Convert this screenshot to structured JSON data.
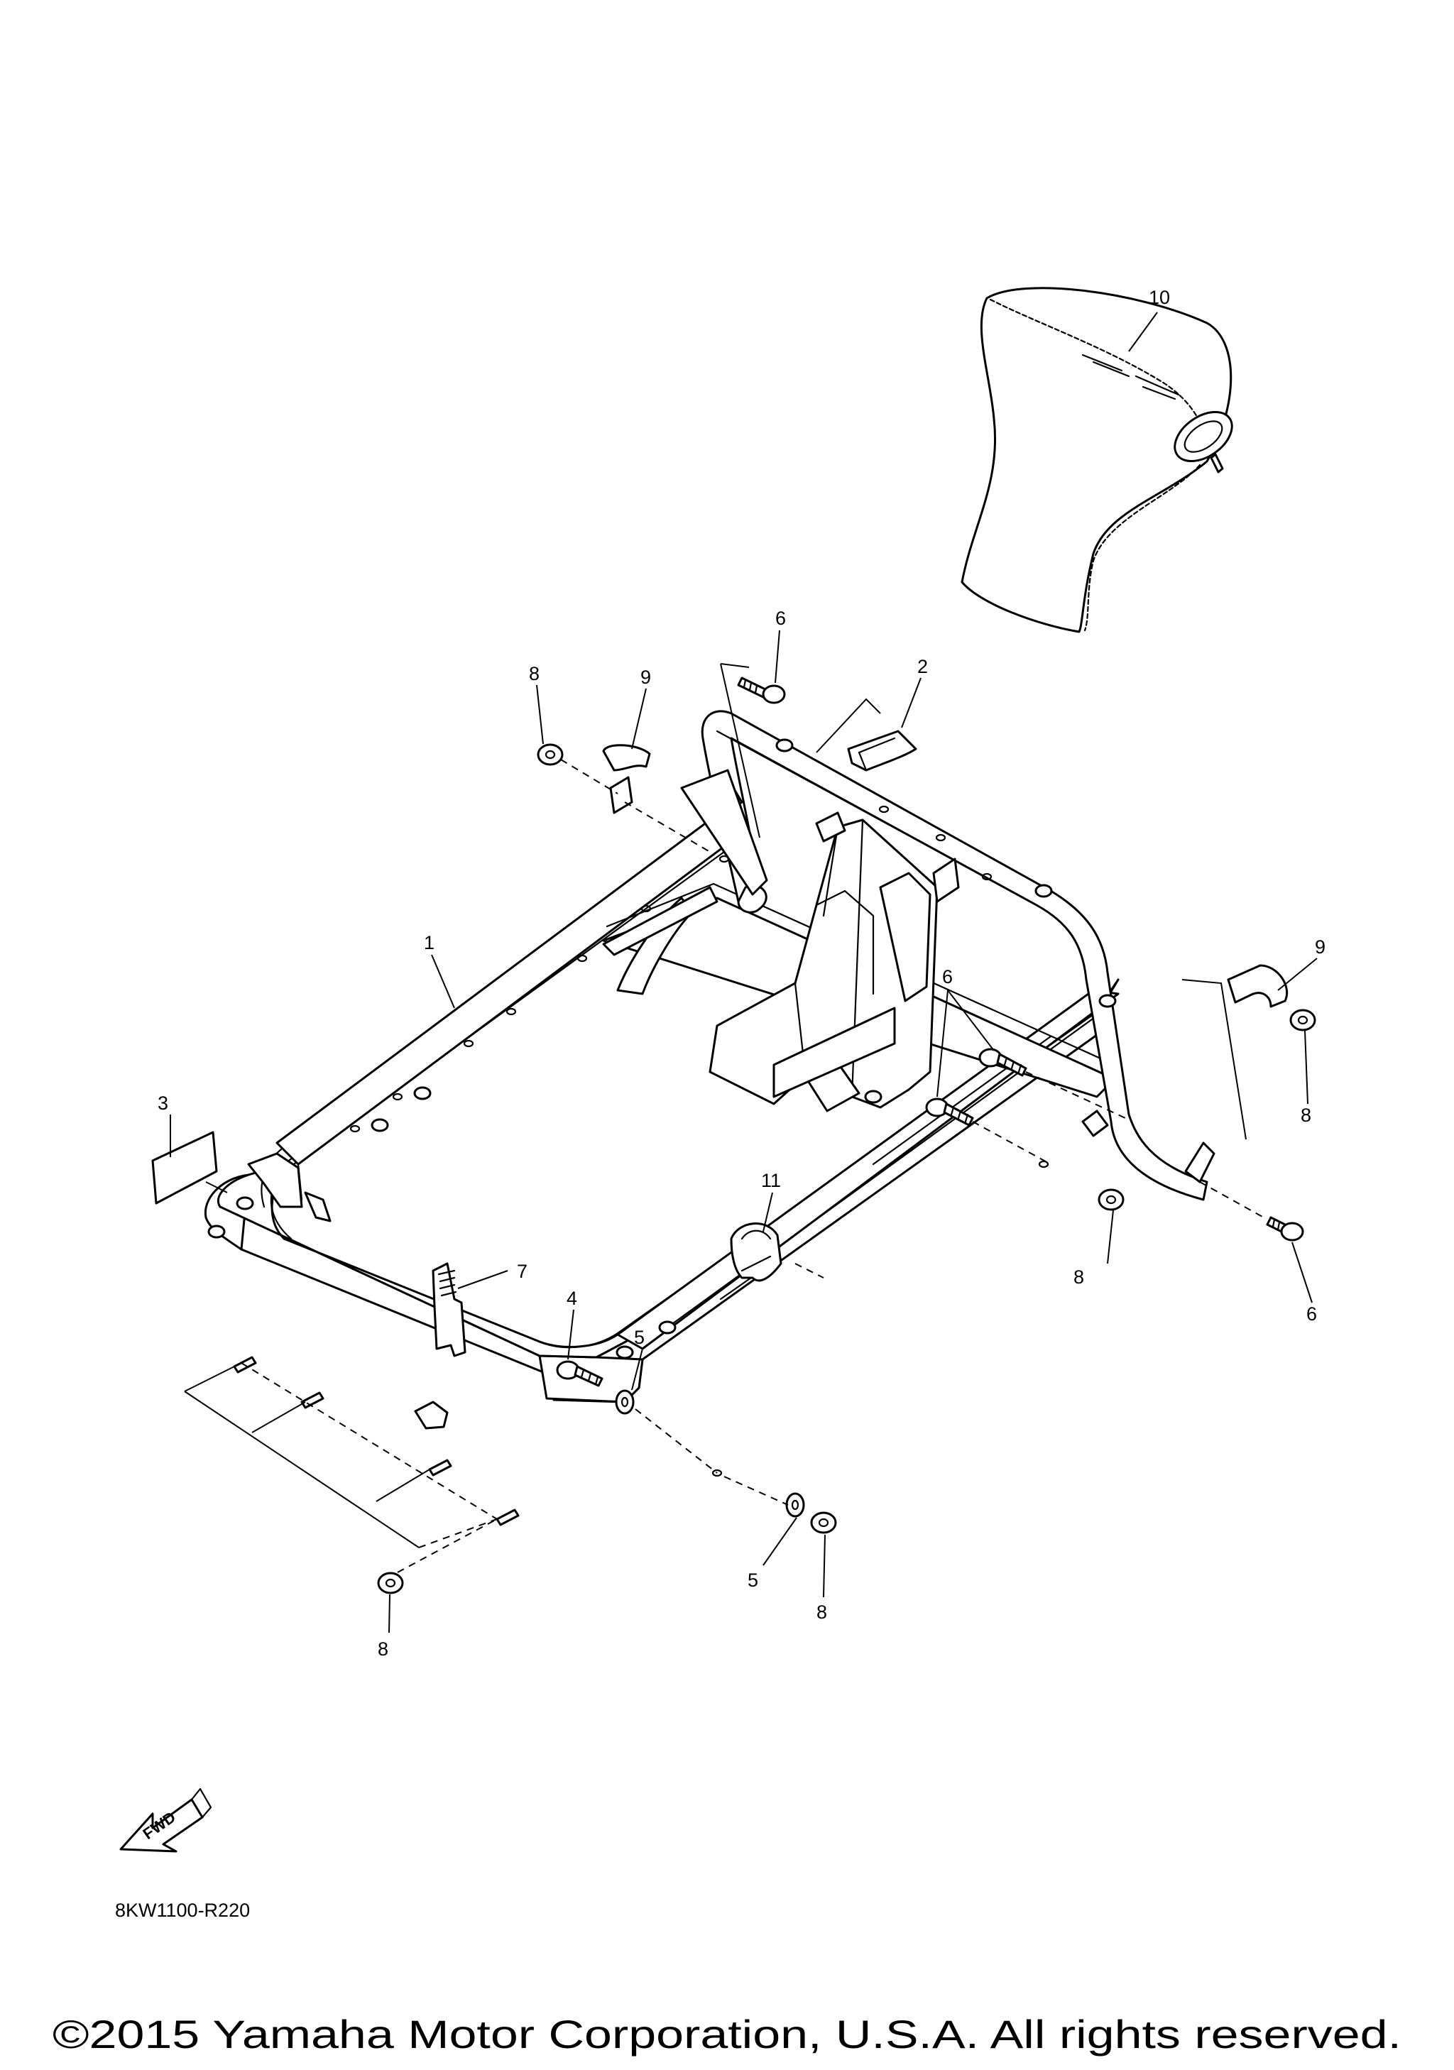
{
  "callouts": {
    "c1": "1",
    "c2": "2",
    "c3": "3",
    "c4": "4",
    "c5a": "5",
    "c5b": "5",
    "c6a": "6",
    "c6b": "6",
    "c6c": "6",
    "c7": "7",
    "c8a": "8",
    "c8b": "8",
    "c8c": "8",
    "c8d": "8",
    "c8e": "8",
    "c9a": "9",
    "c9b": "9",
    "c10": "10",
    "c11": "11"
  },
  "fwd_label": "FWD",
  "diagram_code": "8KW1100-R220",
  "copyright": "©2015 Yamaha Motor Corporation, U.S.A. All rights reserved."
}
